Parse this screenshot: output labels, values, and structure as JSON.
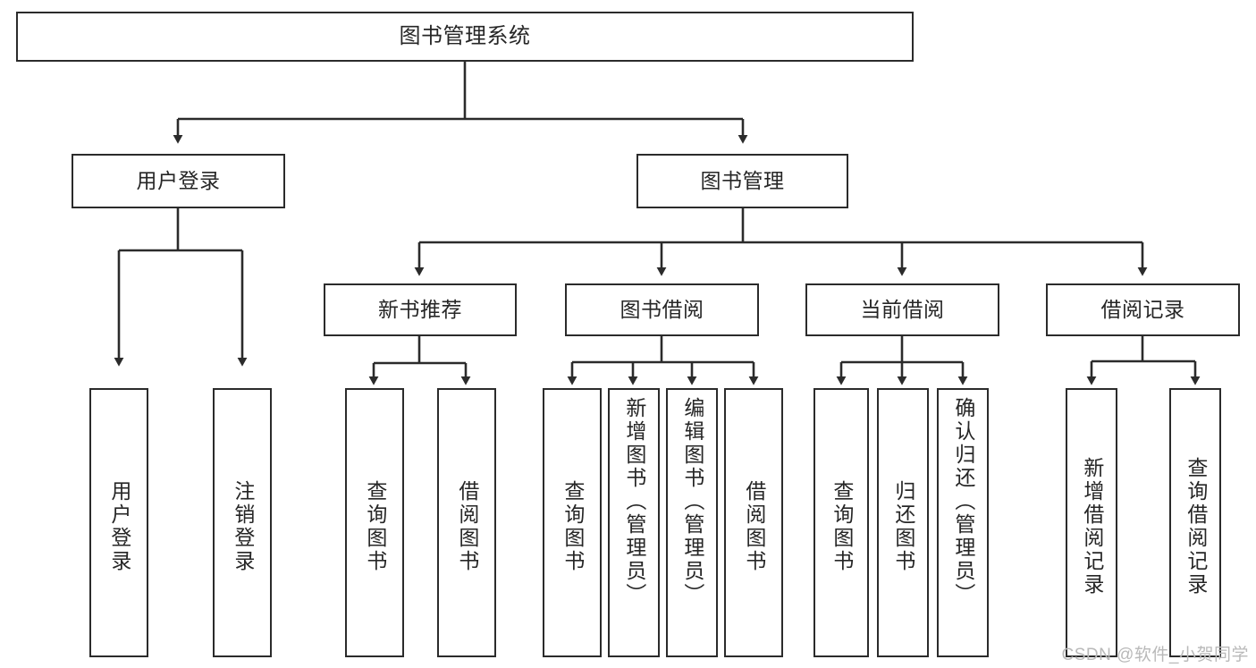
{
  "diagram": {
    "title": "图书管理系统",
    "type": "tree",
    "watermark": "CSDN @软件_小贺同学",
    "colors": {
      "border": "#2b2b2b",
      "background": "#ffffff",
      "text": "#262626",
      "edge": "#2b2b2b",
      "watermark": "#b9b9b9"
    },
    "nodes": {
      "root": {
        "label": "图书管理系统"
      },
      "level2": [
        {
          "id": "user-login",
          "label": "用户登录"
        },
        {
          "id": "book-manage",
          "label": "图书管理"
        }
      ],
      "level3": [
        {
          "id": "new-book-recommend",
          "label": "新书推荐"
        },
        {
          "id": "book-borrow",
          "label": "图书借阅"
        },
        {
          "id": "current-borrow",
          "label": "当前借阅"
        },
        {
          "id": "borrow-record",
          "label": "借阅记录"
        }
      ],
      "leaves": {
        "user-login": [
          {
            "id": "leaf-user-login",
            "label": "用户登录"
          },
          {
            "id": "leaf-user-logout",
            "label": "注销登录"
          }
        ],
        "new-book-recommend": [
          {
            "id": "leaf-query-book-1",
            "label": "查询图书"
          },
          {
            "id": "leaf-borrow-book-1",
            "label": "借阅图书"
          }
        ],
        "book-borrow": [
          {
            "id": "leaf-query-book-2",
            "label": "查询图书"
          },
          {
            "id": "leaf-add-book",
            "label": "新增图书（管理员）"
          },
          {
            "id": "leaf-edit-book",
            "label": "编辑图书（管理员）"
          },
          {
            "id": "leaf-borrow-book-2",
            "label": "借阅图书"
          }
        ],
        "current-borrow": [
          {
            "id": "leaf-query-book-3",
            "label": "查询图书"
          },
          {
            "id": "leaf-return-book",
            "label": "归还图书"
          },
          {
            "id": "leaf-confirm-return",
            "label": "确认归还（管理员）"
          }
        ],
        "borrow-record": [
          {
            "id": "leaf-add-record",
            "label": "新增借阅记录"
          },
          {
            "id": "leaf-query-record",
            "label": "查询借阅记录"
          }
        ]
      }
    }
  }
}
